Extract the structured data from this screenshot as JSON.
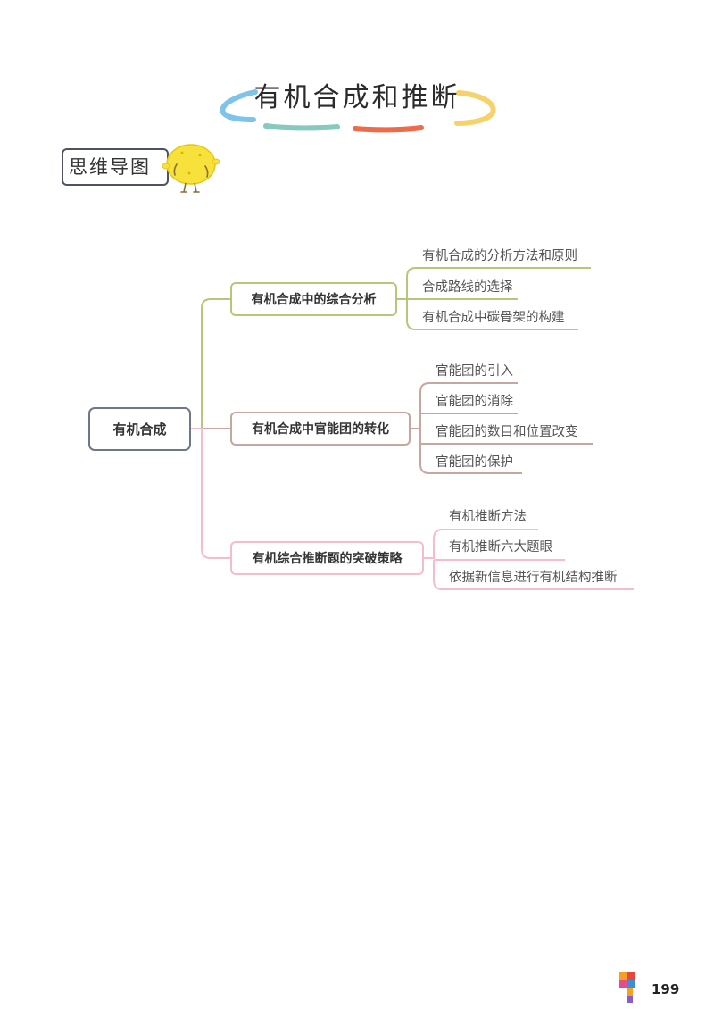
{
  "title": "有机合成和推断",
  "section_tag": "思维导图",
  "page_number": "199",
  "colors": {
    "branch1": "#b7c77a",
    "branch2": "#c4a8a0",
    "branch3": "#f5bcd0",
    "root_border": "#6f7787",
    "title_blue": "#7ec4e8",
    "title_teal": "#86c9bf",
    "title_red": "#ef6a4a",
    "title_yellow": "#f6d26a"
  },
  "mindmap": {
    "root": "有机合成",
    "branches": [
      {
        "label": "有机合成中的综合分析",
        "children": [
          "有机合成的分析方法和原则",
          "合成路线的选择",
          "有机合成中碳骨架的构建"
        ]
      },
      {
        "label": "有机合成中官能团的转化",
        "children": [
          "官能团的引入",
          "官能团的消除",
          "官能团的数目和位置改变",
          "官能团的保护"
        ]
      },
      {
        "label": "有机综合推断题的突破策略",
        "children": [
          "有机推断方法",
          "有机推断六大题眼",
          "依据新信息进行有机结构推断"
        ]
      }
    ]
  }
}
